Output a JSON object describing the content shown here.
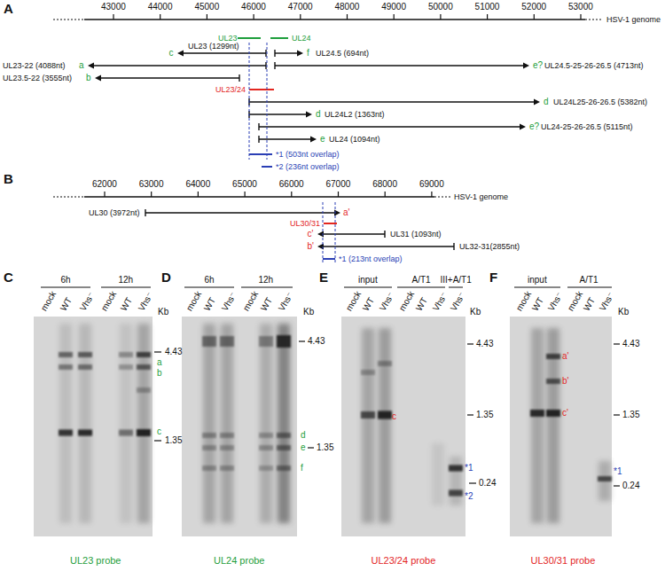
{
  "diagram": {
    "labels": [
      "A",
      "43000",
      "44000",
      "45000",
      "46000",
      "47000",
      "48000",
      "49000",
      "50000",
      "51000",
      "52000",
      "53000",
      "HSV-1 genome",
      "UL23",
      "UL24",
      "c",
      "UL23 (1299nt)",
      "f",
      "UL24.5 (694nt)",
      "UL23-22 (4088nt)",
      "a",
      "e?",
      "UL24.5-25-26-26.5 (4713nt)",
      "UL23.5-22 (3555nt)",
      "b",
      "UL23/24",
      "d",
      "UL24L25-26-26.5 (5382nt)",
      "d",
      "UL24L2 (1363nt)",
      "e?",
      "UL24-25-26-26.5 (5115nt)",
      "e",
      "UL24 (1094nt)",
      "*1 (503nt overlap)",
      "*2 (236nt overlap)",
      "B",
      "62000",
      "63000",
      "64000",
      "65000",
      "66000",
      "67000",
      "68000",
      "69000",
      "HSV-1 genome",
      "UL30 (3972nt)",
      "a'",
      "UL30/31",
      "c'",
      "UL31 (1093nt)",
      "b'",
      "UL32-31(2855nt)",
      "*1 (213nt overlap)",
      "C",
      "6h",
      "12h",
      "mock",
      "WT",
      "Vhs⁻",
      "mock",
      "WT",
      "Vhs⁻",
      "Kb",
      "4.43",
      "a",
      "b",
      "c",
      "1.35",
      "UL23 probe",
      "D",
      "6h",
      "12h",
      "mock",
      "WT",
      "Vhs⁻",
      "mock",
      "WT",
      "Vhs⁻",
      "Kb",
      "4.43",
      "d",
      "e",
      "1.35",
      "f",
      "UL24 probe",
      "E",
      "input",
      "A/T1",
      "III+A/T1",
      "mock",
      "WT",
      "Vhs⁻",
      "mock",
      "WT",
      "Vhs⁻",
      "Vhs⁻",
      "Kb",
      "4.43",
      "c",
      "1.35",
      "*1",
      "0.24",
      "*2",
      "UL23/24 probe",
      "F",
      "input",
      "A/T1",
      "mock",
      "WT",
      "Vhs⁻",
      "mock",
      "WT",
      "Vhs⁻",
      "Kb",
      "4.43",
      "a'",
      "b'",
      "c'",
      "1.35",
      "*1",
      "0.24",
      "UL30/31 probe"
    ]
  }
}
